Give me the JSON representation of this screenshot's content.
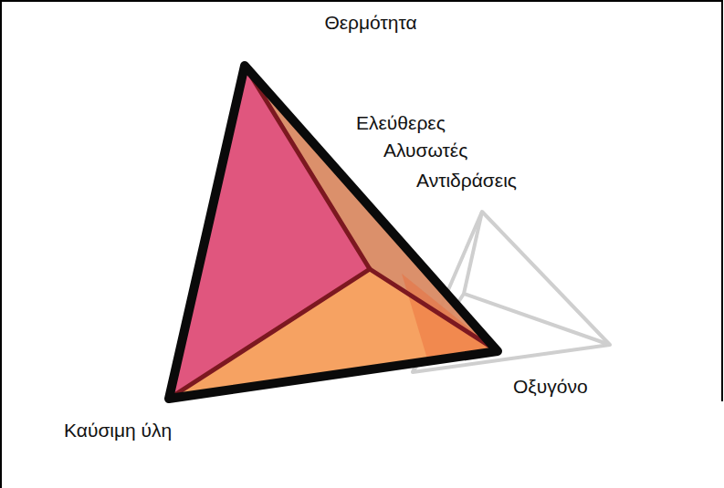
{
  "diagram": {
    "labels": [
      "Θερμότητα",
      "Ελεύθερες",
      "Αλυσωτές",
      "Αντιδράσεις",
      "Οξυγόνο",
      "Καύσιμη ύλη"
    ]
  }
}
